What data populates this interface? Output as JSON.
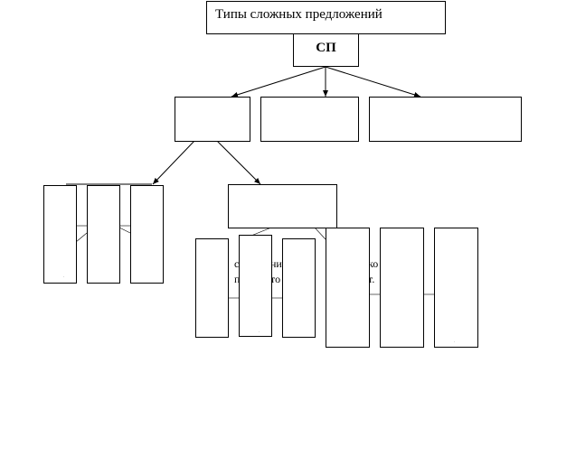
{
  "diagram": {
    "title": "Типы сложных предложений",
    "root_label": "СП",
    "hidden_text_fragments": [
      "с",
      "ним",
      "ко",
      "п",
      "то",
      "т.",
      "."
    ]
  }
}
